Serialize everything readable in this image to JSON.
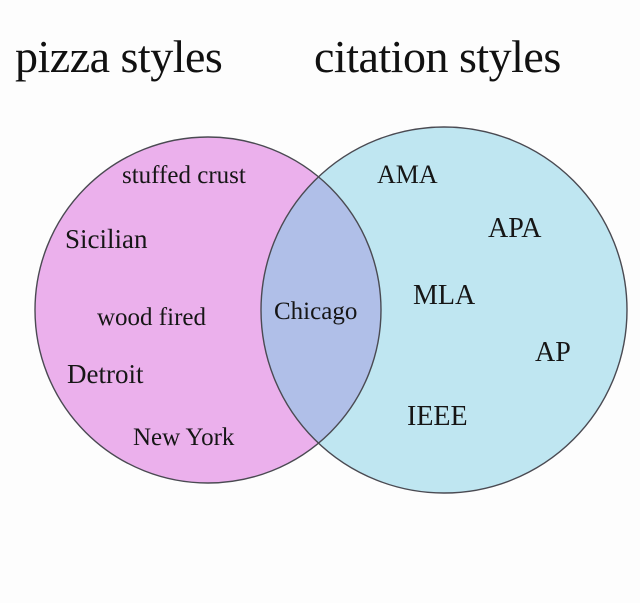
{
  "titles": {
    "left": "pizza styles",
    "right": "citation styles"
  },
  "colors": {
    "background": "#fdfdfd",
    "left_circle": "#ebb0ec",
    "right_circle": "#bfe6f1",
    "overlap": "#b0bfe8",
    "outline": "#4a4a52"
  },
  "sets": {
    "left_only": [
      "stuffed crust",
      "Sicilian",
      "wood fired",
      "Detroit",
      "New York"
    ],
    "overlap": [
      "Chicago"
    ],
    "right_only": [
      "AMA",
      "APA",
      "MLA",
      "AP",
      "IEEE"
    ]
  },
  "labels": {
    "stuffed_crust": "stuffed crust",
    "sicilian": "Sicilian",
    "wood_fired": "wood fired",
    "detroit": "Detroit",
    "new_york": "New York",
    "chicago": "Chicago",
    "ama": "AMA",
    "apa": "APA",
    "mla": "MLA",
    "ap": "AP",
    "ieee": "IEEE"
  }
}
